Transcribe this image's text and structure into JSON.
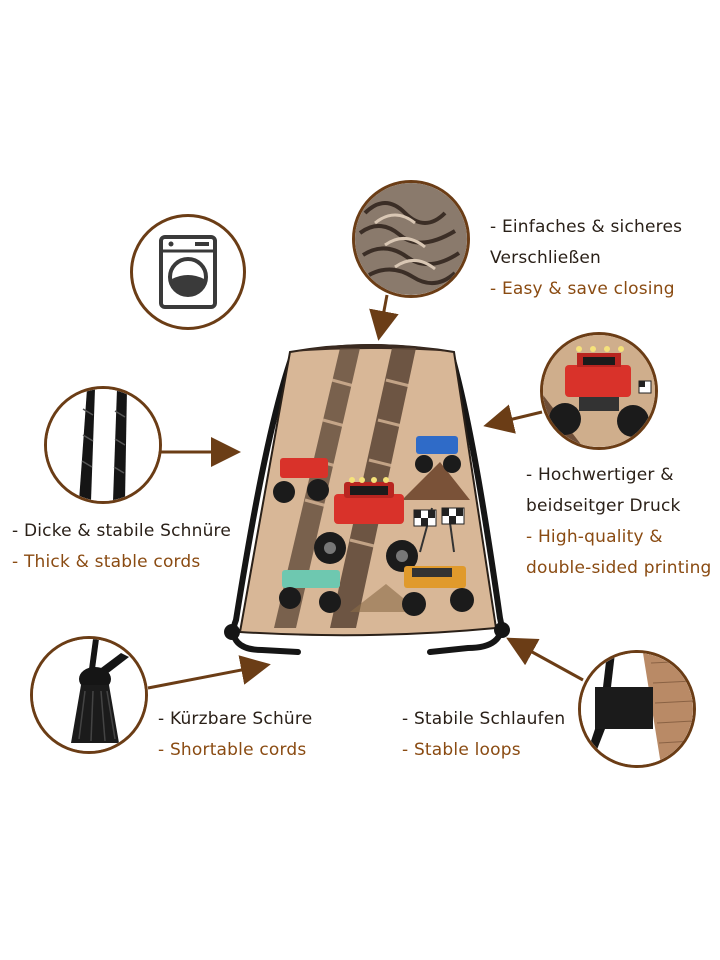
{
  "features": {
    "closing": {
      "label_de_1": "- Einfaches & sicheres",
      "label_de_2": "Verschließen",
      "label_en_1": "- Easy & save closing"
    },
    "washing": {
      "icon": "washing-machine-icon"
    },
    "print": {
      "label_de_1": "- Hochwertiger &",
      "label_de_2": "beidseitger Druck",
      "label_en_1": "- High-quality &",
      "label_en_2": "double-sided printing"
    },
    "cords": {
      "label_de_1": "- Dicke & stabile Schnüre",
      "label_en_1": "- Thick & stable cords"
    },
    "shortable": {
      "label_de_1": "- Kürzbare Schüre",
      "label_en_1": "- Shortable cords"
    },
    "loops": {
      "label_de_1": "- Stabile Schlaufen",
      "label_en_1": "- Stable loops"
    }
  },
  "colors": {
    "accent_brown": "#6b3d16",
    "german_text": "#2a2018",
    "english_text": "#8a4b12",
    "bag_sand": "#d8b797",
    "truck_red": "#d9322a"
  },
  "product": {
    "type": "drawstring-bag",
    "design": "monster-trucks"
  }
}
